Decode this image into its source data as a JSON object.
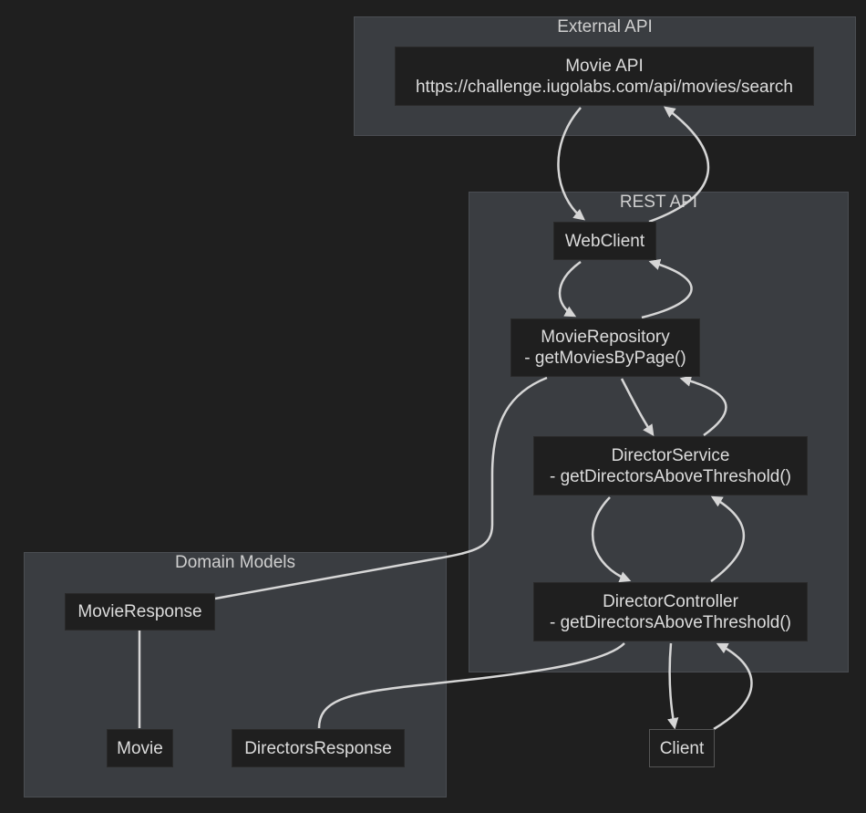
{
  "clusters": {
    "external_api": {
      "title": "External API"
    },
    "rest_api": {
      "title": "REST API"
    },
    "domain_models": {
      "title": "Domain Models"
    }
  },
  "nodes": {
    "movie_api": {
      "line1": "Movie API",
      "line2": "https://challenge.iugolabs.com/api/movies/search"
    },
    "webclient": {
      "line1": "WebClient"
    },
    "movie_repository": {
      "line1": "MovieRepository",
      "line2": "- getMoviesByPage()"
    },
    "director_service": {
      "line1": "DirectorService",
      "line2": "- getDirectorsAboveThreshold()"
    },
    "director_controller": {
      "line1": "DirectorController",
      "line2": "- getDirectorsAboveThreshold()"
    },
    "client": {
      "line1": "Client"
    },
    "movie_response": {
      "line1": "MovieResponse"
    },
    "movie": {
      "line1": "Movie"
    },
    "directors_response": {
      "line1": "DirectorsResponse"
    }
  },
  "colors": {
    "background": "#1f1f1f",
    "cluster_fill": "#3a3d41",
    "node_fill": "#1f1f1f",
    "edge": "#d6d6d6",
    "text": "#dcdcdc"
  }
}
